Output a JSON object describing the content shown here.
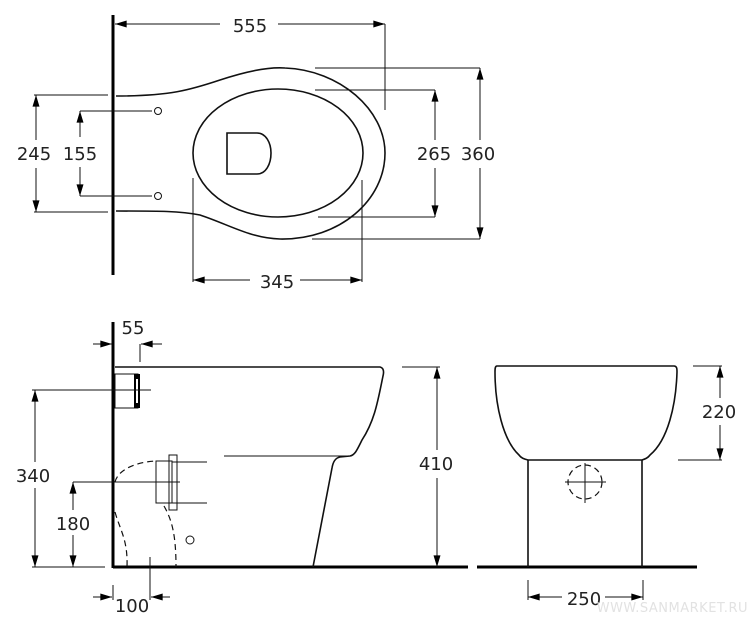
{
  "top_view": {
    "dims": {
      "length": "555",
      "width_outer": "360",
      "bowl_inner": "265",
      "fixing_outer": "245",
      "fixing_inner": "155",
      "bowl_length": "345"
    }
  },
  "side_view": {
    "dims": {
      "height": "410",
      "inlet_height": "340",
      "outlet_height": "180",
      "inlet_offset": "55",
      "outlet_offset": "100"
    }
  },
  "front_view": {
    "dims": {
      "bowl_height": "220",
      "base_width": "250"
    }
  },
  "watermark": "WWW.SANMARKET.RU"
}
